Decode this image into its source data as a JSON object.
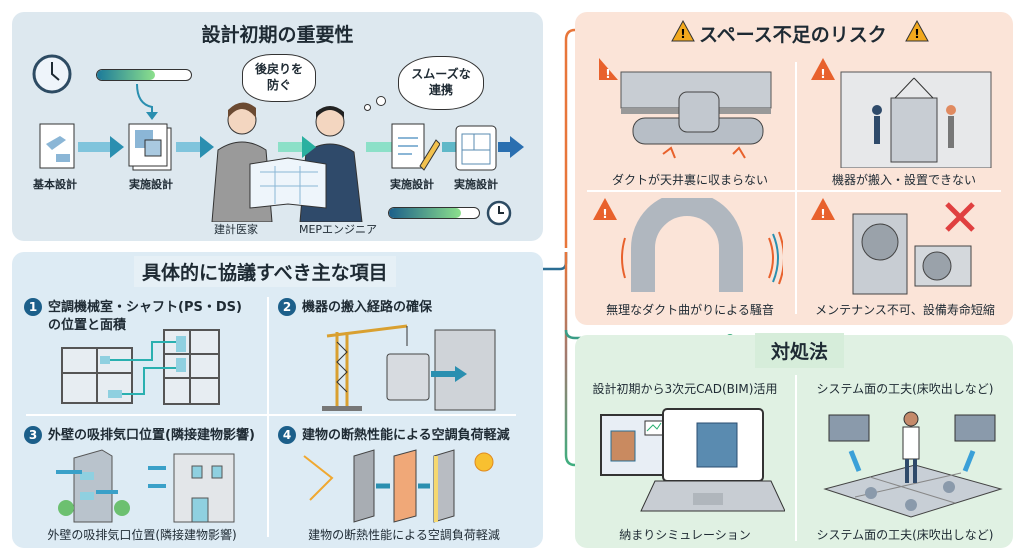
{
  "importance": {
    "title": "設計初期の重要性",
    "steps": [
      "基本設計",
      "実施設計",
      "実施設計",
      "実施設計"
    ],
    "people": [
      "建計医家",
      "MEPエンジニア"
    ],
    "speech": [
      "後戻りを",
      "防ぐ"
    ],
    "thought": [
      "スムーズな",
      "連携"
    ]
  },
  "items": {
    "title": "具体的に協議すべき主な項目",
    "list": [
      {
        "num": "1",
        "title_l1": "空調機械室・シャフト(PS・DS)",
        "title_l2": "の位置と面積"
      },
      {
        "num": "2",
        "title_l1": "機器の搬入経路の確保"
      },
      {
        "num": "3",
        "title_l1": "外壁の吸排気口位置(隣接建物影響)",
        "caption": "外壁の吸排気口位置(隣接建物影響)"
      },
      {
        "num": "4",
        "title_l1": "建物の断熱性能による空調負荷軽減",
        "caption": "建物の断熱性能による空調負荷軽減"
      }
    ]
  },
  "risks": {
    "title": "スペース不足のリスク",
    "list": [
      "ダクトが天井裏に収まらない",
      "機器が搬入・設置できない",
      "無理なダクト曲がりによる騒音",
      "メンテナンス不可、設備寿命短縮"
    ]
  },
  "solutions": {
    "title": "対処法",
    "list": [
      {
        "heading": "設計初期から3次元CAD(BIM)活用",
        "caption": "納まりシミュレーション"
      },
      {
        "heading": "システム面の工夫(床吹出しなど)",
        "caption": "システム面の工夫(床吹出しなど)"
      }
    ]
  },
  "colors": {
    "blue": "#1c5f8a",
    "orange": "#e8763a",
    "green": "#3fae7f",
    "warn": "#e8612c"
  }
}
